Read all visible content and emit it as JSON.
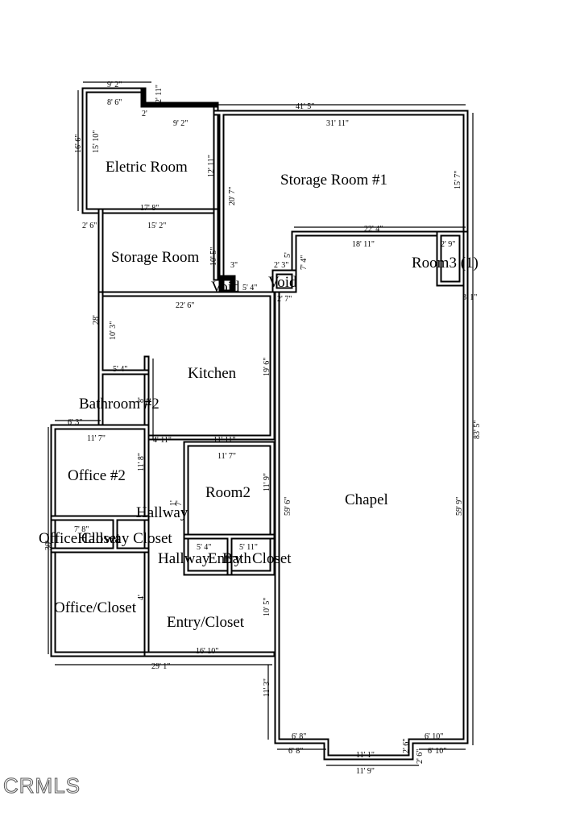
{
  "rooms": {
    "eletric_room": "Eletric Room",
    "storage_room_1": "Storage Room #1",
    "storage_room": "Storage Room",
    "void_left": "Void",
    "void_right": "Void",
    "room3": "Room3 (1)",
    "kitchen": "Kitchen",
    "bathroom2": "Bathroom #2",
    "office2": "Office #2",
    "hallway": "Hallway",
    "office_closet": "Office Closet",
    "hallway_closet": "Hallway Closet",
    "room2": "Room2",
    "hallway2": "Hallway",
    "entry": "Entry",
    "bath": "Bath",
    "closet": "Closet",
    "office_closer": "Office/Closet",
    "entry_closet": "Entry/Closet",
    "chapel": "Chapel"
  },
  "dimensions": {
    "d_9_2_top": "9' 2\"",
    "d_8_6": "8' 6\"",
    "d_2_11_a": "2' 11\"",
    "d_2_11_b": "2'",
    "d_41_5": "41' 5\"",
    "d_9_2_mid": "9' 2\"",
    "d_31_11": "31' 11\"",
    "d_16_6": "16' 6\"",
    "d_15_10": "15' 10\"",
    "d_12_11": "12' 11\"",
    "d_20_7": "20' 7\"",
    "d_15_7": "15' 7\"",
    "d_17_8": "17' 8\"",
    "d_2_6_left": "2' 6\"",
    "d_15_2": "15' 2\"",
    "d_22_4": "22' 4\"",
    "d_18_11": "18' 11\"",
    "d_2_9": "2' 9\"",
    "d_10_5_store": "10' 5\"",
    "d_7_4": "7' 4\"",
    "d_5_a": "5'",
    "d_2_3_void": "2' 3\"",
    "d_3_void": "3\"",
    "d_5_4_void": "5' 4\"",
    "d_2_7": "2' 7\"",
    "d_3_1": "3' 1\"",
    "d_22_6": "22' 6\"",
    "d_28": "28'",
    "d_10_3": "10' 3\"",
    "d_19_6": "19' 6\"",
    "d_5_4_bath": "5' 4\"",
    "d_8_bath": "8'",
    "d_6_3": "6' 3\"",
    "d_11_7_office": "11' 7\"",
    "d_4_11": "4' 11\"",
    "d_11_11": "11' 11\"",
    "d_11_7_room2": "11' 7\"",
    "d_11_8": "11' 8\"",
    "d_11_9": "11' 9\"",
    "d_59_6": "59' 6\"",
    "d_59_9": "59' 9\"",
    "d_83_5": "83' 5\"",
    "d_30": "30'",
    "d_7_8": "7' 8\"",
    "d_1_hall": "1'",
    "d_7_hall": "7'",
    "d_5_4_closet": "5' 4\"",
    "d_5_11": "5' 11\"",
    "d_4_closet": "4'",
    "d_10_5_entry": "10' 5\"",
    "d_16_10": "16' 10\"",
    "d_29_1": "29' 1\"",
    "d_11_3": "11' 3\"",
    "d_6_8_in": "6' 8\"",
    "d_6_8_out": "6' 8\"",
    "d_11_1": "11' 1\"",
    "d_11_9_bottom": "11' 9\"",
    "d_2_6_right": "2' 6\"",
    "d_2_6_right2": "2' 6\"",
    "d_6_10_in": "6' 10\"",
    "d_6_10_out": "6' 10\""
  },
  "watermark": "CRMLS"
}
